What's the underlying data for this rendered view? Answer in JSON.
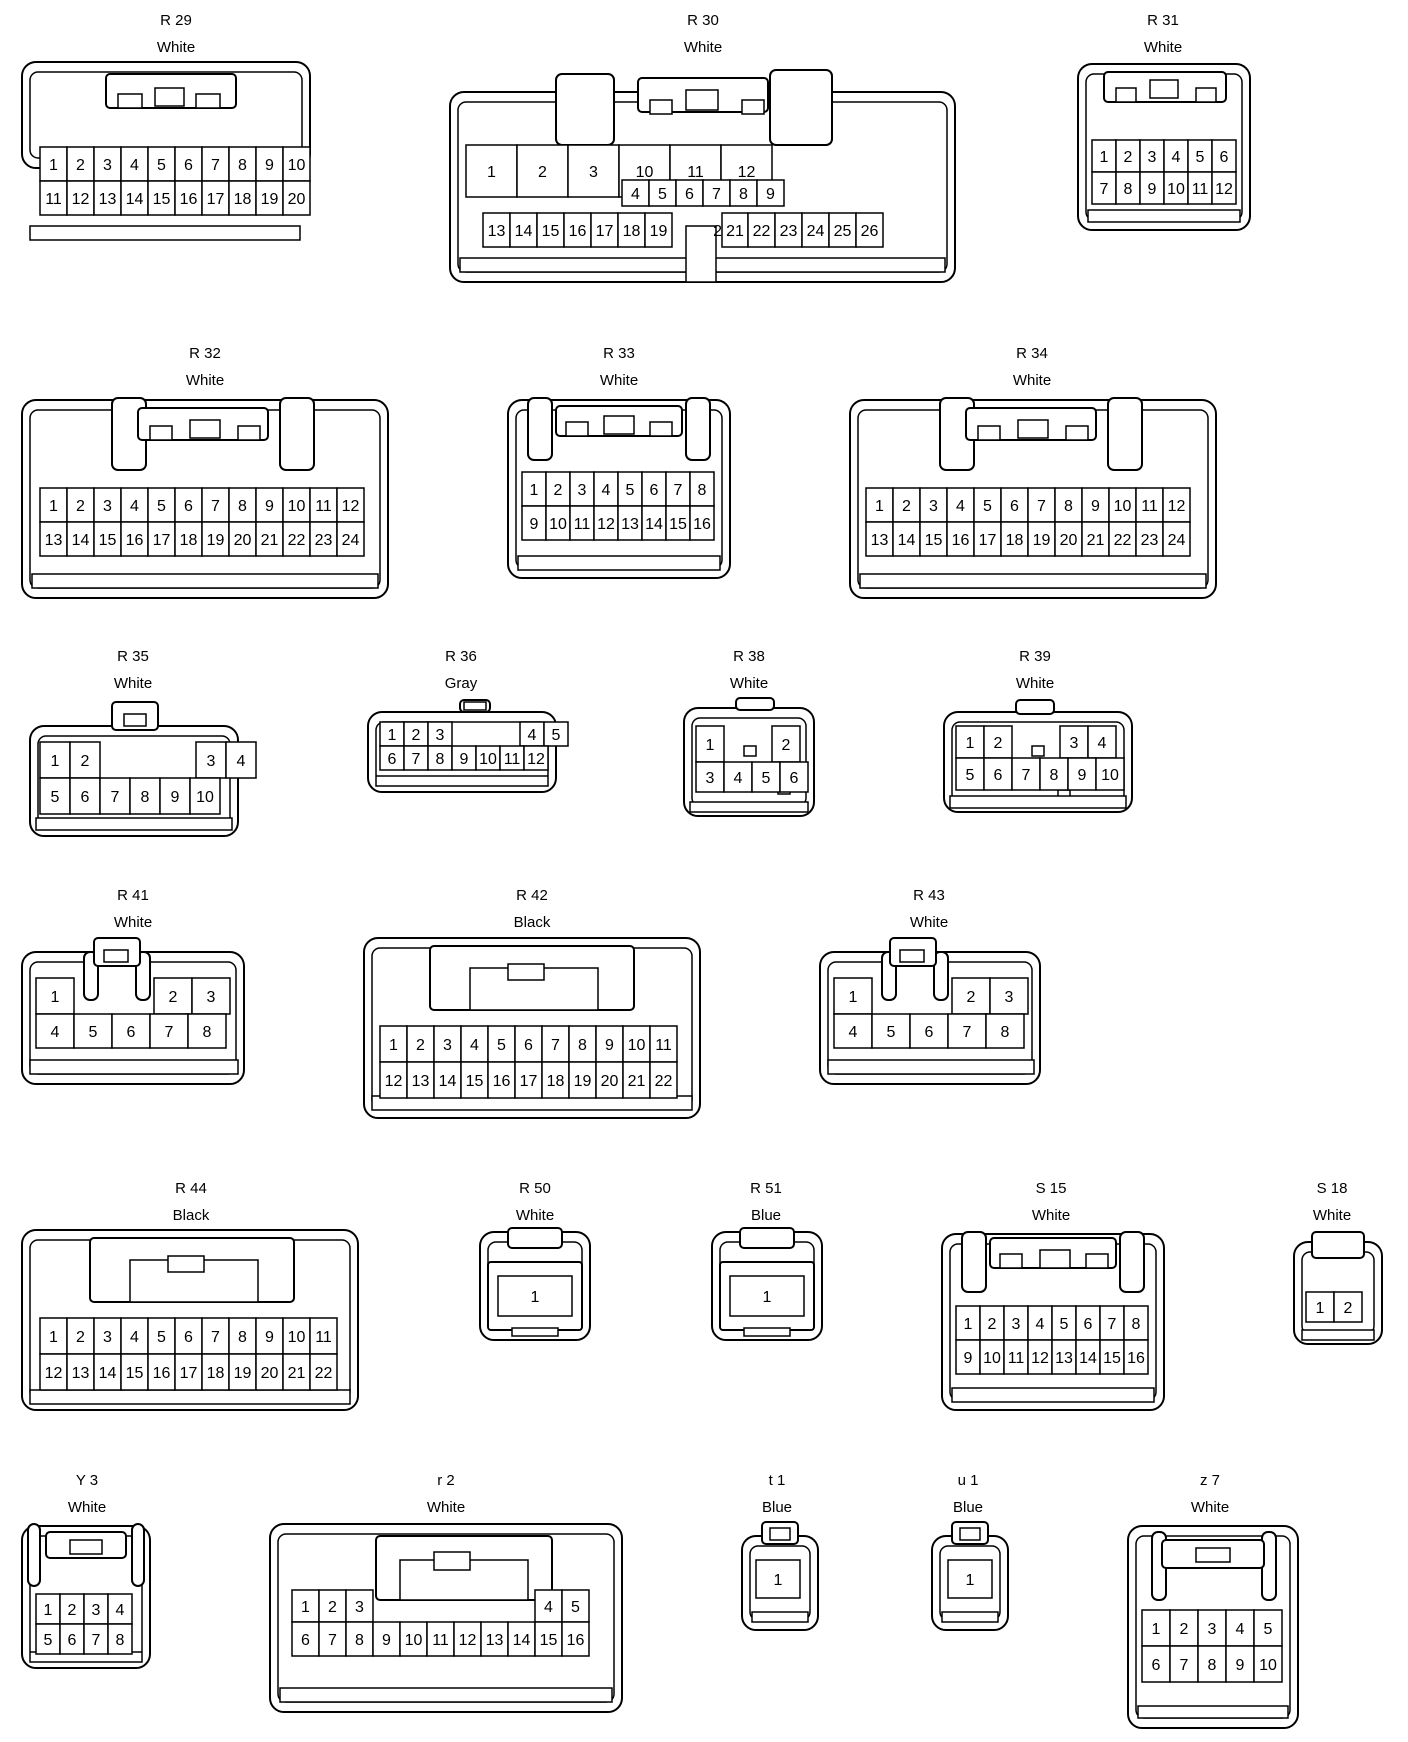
{
  "connectors": [
    {
      "id": "R 29",
      "color": "White",
      "rows": [
        [
          "1",
          "2",
          "3",
          "4",
          "5",
          "6",
          "7",
          "8",
          "9",
          "10"
        ],
        [
          "11",
          "12",
          "13",
          "14",
          "15",
          "16",
          "17",
          "18",
          "19",
          "20"
        ]
      ]
    },
    {
      "id": "R 30",
      "color": "White",
      "rows": [
        [
          "1",
          "2",
          "3",
          "10",
          "11",
          "12"
        ],
        [
          "4",
          "5",
          "6",
          "7",
          "8",
          "9"
        ],
        [
          "13",
          "14",
          "15",
          "16",
          "17",
          "18",
          "19",
          "20",
          "21",
          "22",
          "23",
          "24",
          "25",
          "26"
        ]
      ]
    },
    {
      "id": "R 31",
      "color": "White",
      "rows": [
        [
          "1",
          "2",
          "3",
          "4",
          "5",
          "6"
        ],
        [
          "7",
          "8",
          "9",
          "10",
          "11",
          "12"
        ]
      ]
    },
    {
      "id": "R 32",
      "color": "White",
      "rows": [
        [
          "1",
          "2",
          "3",
          "4",
          "5",
          "6",
          "7",
          "8",
          "9",
          "10",
          "11",
          "12"
        ],
        [
          "13",
          "14",
          "15",
          "16",
          "17",
          "18",
          "19",
          "20",
          "21",
          "22",
          "23",
          "24"
        ]
      ]
    },
    {
      "id": "R 33",
      "color": "White",
      "rows": [
        [
          "1",
          "2",
          "3",
          "4",
          "5",
          "6",
          "7",
          "8"
        ],
        [
          "9",
          "10",
          "11",
          "12",
          "13",
          "14",
          "15",
          "16"
        ]
      ]
    },
    {
      "id": "R 34",
      "color": "White",
      "rows": [
        [
          "1",
          "2",
          "3",
          "4",
          "5",
          "6",
          "7",
          "8",
          "9",
          "10",
          "11",
          "12"
        ],
        [
          "13",
          "14",
          "15",
          "16",
          "17",
          "18",
          "19",
          "20",
          "21",
          "22",
          "23",
          "24"
        ]
      ]
    },
    {
      "id": "R 35",
      "color": "White",
      "rows": [
        [
          "1",
          "2",
          "",
          "3",
          "4"
        ],
        [
          "5",
          "6",
          "7",
          "8",
          "9",
          "10"
        ]
      ]
    },
    {
      "id": "R 36",
      "color": "Gray",
      "rows": [
        [
          "1",
          "2",
          "3",
          "",
          "4",
          "5"
        ],
        [
          "6",
          "7",
          "8",
          "9",
          "10",
          "11",
          "12"
        ]
      ]
    },
    {
      "id": "R 38",
      "color": "White",
      "rows": [
        [
          "1",
          "",
          "2"
        ],
        [
          "3",
          "4",
          "5",
          "6"
        ]
      ]
    },
    {
      "id": "R 39",
      "color": "White",
      "rows": [
        [
          "1",
          "2",
          "",
          "3",
          "4"
        ],
        [
          "5",
          "6",
          "7",
          "8",
          "9",
          "10"
        ]
      ]
    },
    {
      "id": "R 41",
      "color": "White",
      "rows": [
        [
          "1",
          "",
          "2",
          "3"
        ],
        [
          "4",
          "5",
          "6",
          "7",
          "8"
        ]
      ]
    },
    {
      "id": "R 42",
      "color": "Black",
      "rows": [
        [
          "1",
          "2",
          "3",
          "4",
          "5",
          "6",
          "7",
          "8",
          "9",
          "10",
          "11"
        ],
        [
          "12",
          "13",
          "14",
          "15",
          "16",
          "17",
          "18",
          "19",
          "20",
          "21",
          "22"
        ]
      ]
    },
    {
      "id": "R 43",
      "color": "White",
      "rows": [
        [
          "1",
          "",
          "2",
          "3"
        ],
        [
          "4",
          "5",
          "6",
          "7",
          "8"
        ]
      ]
    },
    {
      "id": "R 44",
      "color": "Black",
      "rows": [
        [
          "1",
          "2",
          "3",
          "4",
          "5",
          "6",
          "7",
          "8",
          "9",
          "10",
          "11"
        ],
        [
          "12",
          "13",
          "14",
          "15",
          "16",
          "17",
          "18",
          "19",
          "20",
          "21",
          "22"
        ]
      ]
    },
    {
      "id": "R 50",
      "color": "White",
      "rows": [
        [
          "1"
        ]
      ]
    },
    {
      "id": "R 51",
      "color": "Blue",
      "rows": [
        [
          "1"
        ]
      ]
    },
    {
      "id": "S 15",
      "color": "White",
      "rows": [
        [
          "1",
          "2",
          "3",
          "4",
          "5",
          "6",
          "7",
          "8"
        ],
        [
          "9",
          "10",
          "11",
          "12",
          "13",
          "14",
          "15",
          "16"
        ]
      ]
    },
    {
      "id": "S 18",
      "color": "White",
      "rows": [
        [
          "1",
          "2"
        ]
      ]
    },
    {
      "id": "Y 3",
      "color": "White",
      "rows": [
        [
          "1",
          "2",
          "3",
          "4"
        ],
        [
          "5",
          "6",
          "7",
          "8"
        ]
      ]
    },
    {
      "id": "r 2",
      "color": "White",
      "rows": [
        [
          "1",
          "2",
          "3",
          "",
          "4",
          "5"
        ],
        [
          "6",
          "7",
          "8",
          "9",
          "10",
          "11",
          "12",
          "13",
          "14",
          "15",
          "16"
        ]
      ]
    },
    {
      "id": "t 1",
      "color": "Blue",
      "rows": [
        [
          "1"
        ]
      ]
    },
    {
      "id": "u 1",
      "color": "Blue",
      "rows": [
        [
          "1"
        ]
      ]
    },
    {
      "id": "z 7",
      "color": "White",
      "rows": [
        [
          "1",
          "2",
          "3",
          "4",
          "5"
        ],
        [
          "6",
          "7",
          "8",
          "9",
          "10"
        ]
      ]
    }
  ]
}
